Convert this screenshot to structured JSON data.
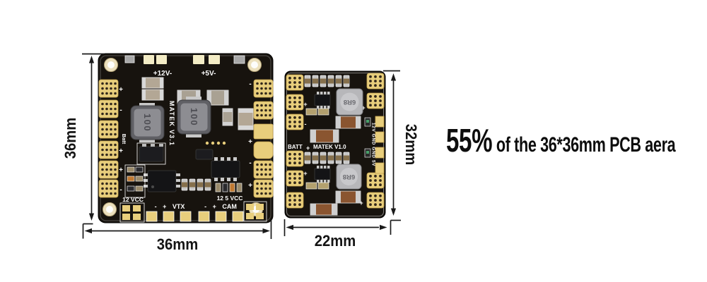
{
  "caption": {
    "highlight": "55%",
    "rest": " of the 36*36mm PCB aera"
  },
  "left_pcb": {
    "brand": "MATEK V3.1",
    "rail_12v": "+12V-",
    "rail_5v": "+5V-",
    "batt": "Batt",
    "inductor": "100",
    "bottom": {
      "vcc12": "12 VCC",
      "vtx": "- + VTX",
      "cam": "- + CAM",
      "vcc125": "12 5 VCC"
    },
    "plus": "+",
    "minus": "-",
    "dims": {
      "width": "36mm",
      "height": "36mm"
    }
  },
  "right_pcb": {
    "brand": "MATEK V1.0",
    "batt": "BATT",
    "outputs": "12V GND GND 5V",
    "inductor": "6R8",
    "plus": "+",
    "minus": "-",
    "dims": {
      "width": "22mm",
      "height": "32mm"
    }
  },
  "colors": {
    "background": "#ffffff",
    "board": "#17130e",
    "pad_gold": "#e8ce7c",
    "pad_pale": "#f3ecc5",
    "silkscreen": "#ffffff",
    "dimension_lines": "#1a1a1a",
    "caption_text": "#0d0d0d",
    "mlcc_brown": "#8a5530",
    "inductor_gray": "#8d8d92"
  }
}
